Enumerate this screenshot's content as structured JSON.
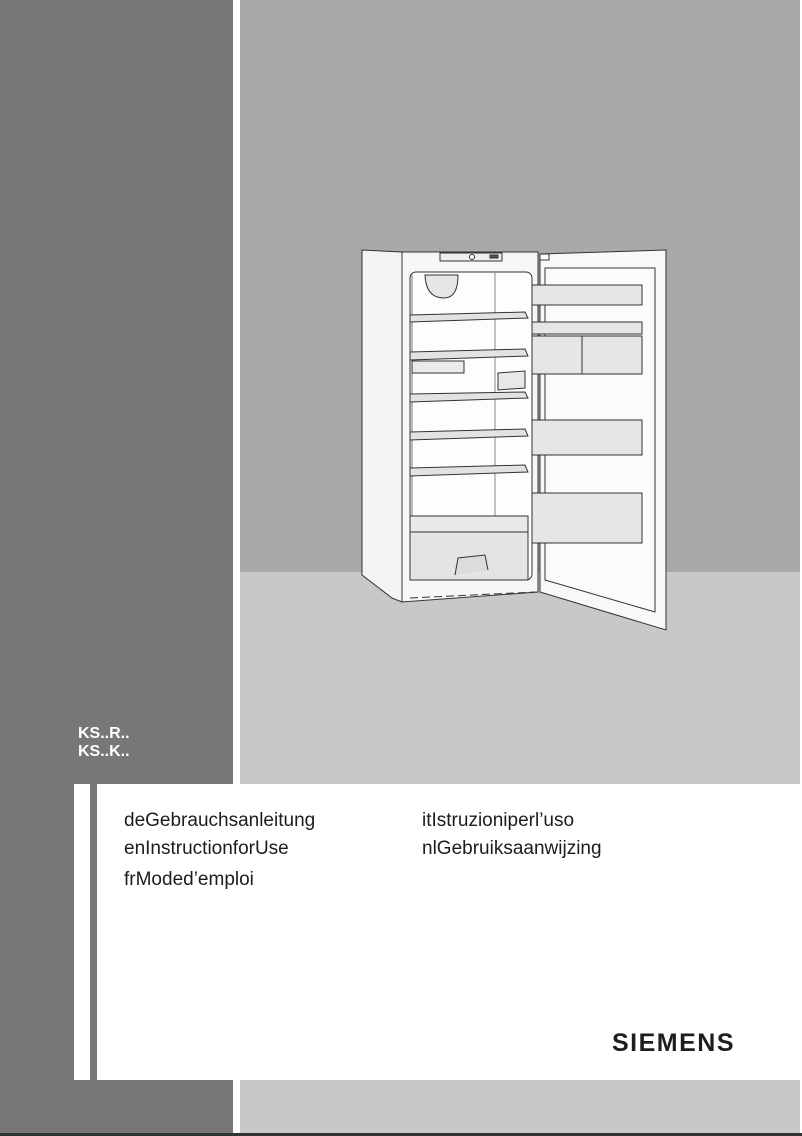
{
  "cover": {
    "models": [
      "KS..R..",
      "KS..K.."
    ],
    "languages": [
      {
        "code": "de",
        "title": "Gebrauchsanleitung"
      },
      {
        "code": "en",
        "title": "InstructionforUse"
      },
      {
        "code": "fr",
        "title": "Moded’emploi"
      },
      {
        "code": "it",
        "title": "Istruzioniperl’uso"
      },
      {
        "code": "nl",
        "title": "Gebruiksaanwijzing"
      }
    ],
    "brand": "SIEMENS",
    "illustration": "open-refrigerator-line-drawing"
  },
  "colors": {
    "left_panel": "#787676",
    "wall": "#a9a9a9",
    "floor": "#c8c8c8",
    "text": "#1c1c1c"
  }
}
